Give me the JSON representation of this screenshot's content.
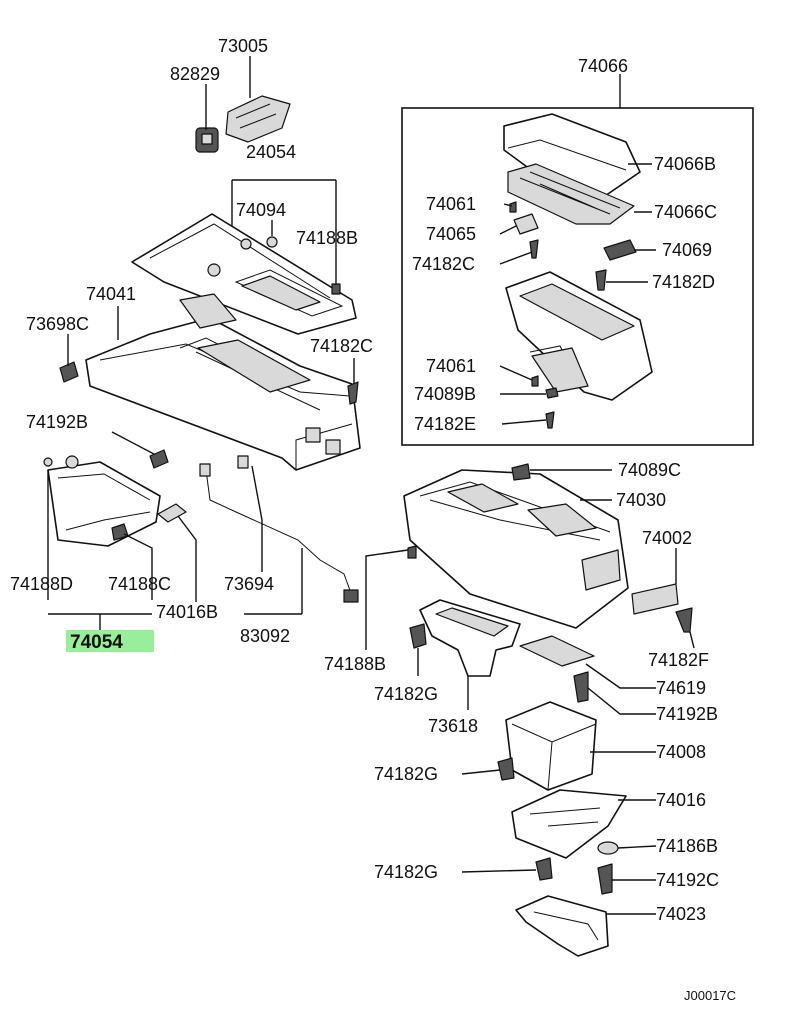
{
  "diagram": {
    "highlight_color": "#99ee99",
    "highlighted_part": "74054",
    "ref_code": "J00017C",
    "labels": {
      "p73005": "73005",
      "p82829": "82829",
      "p24054": "24054",
      "p74094": "74094",
      "p74188B_a": "74188B",
      "p74041": "74041",
      "p73698C": "73698C",
      "p74182C_a": "74182C",
      "p74192B_a": "74192B",
      "p74188D": "74188D",
      "p74188C": "74188C",
      "p74016B": "74016B",
      "p74054": "74054",
      "p73694": "73694",
      "p83092": "83092",
      "p74066": "74066",
      "p74066B": "74066B",
      "p74061_a": "74061",
      "p74066C": "74066C",
      "p74065": "74065",
      "p74069": "74069",
      "p74182C_b": "74182C",
      "p74182D": "74182D",
      "p74061_b": "74061",
      "p74089B": "74089B",
      "p74182E": "74182E",
      "p74089C": "74089C",
      "p74030": "74030",
      "p74002": "74002",
      "p74182F": "74182F",
      "p74188B_b": "74188B",
      "p74182G_a": "74182G",
      "p73618": "73618",
      "p74619": "74619",
      "p74192B_b": "74192B",
      "p74182G_b": "74182G",
      "p74008": "74008",
      "p74016": "74016",
      "p74186B": "74186B",
      "p74182G_c": "74182G",
      "p74192C": "74192C",
      "p74023": "74023"
    }
  }
}
